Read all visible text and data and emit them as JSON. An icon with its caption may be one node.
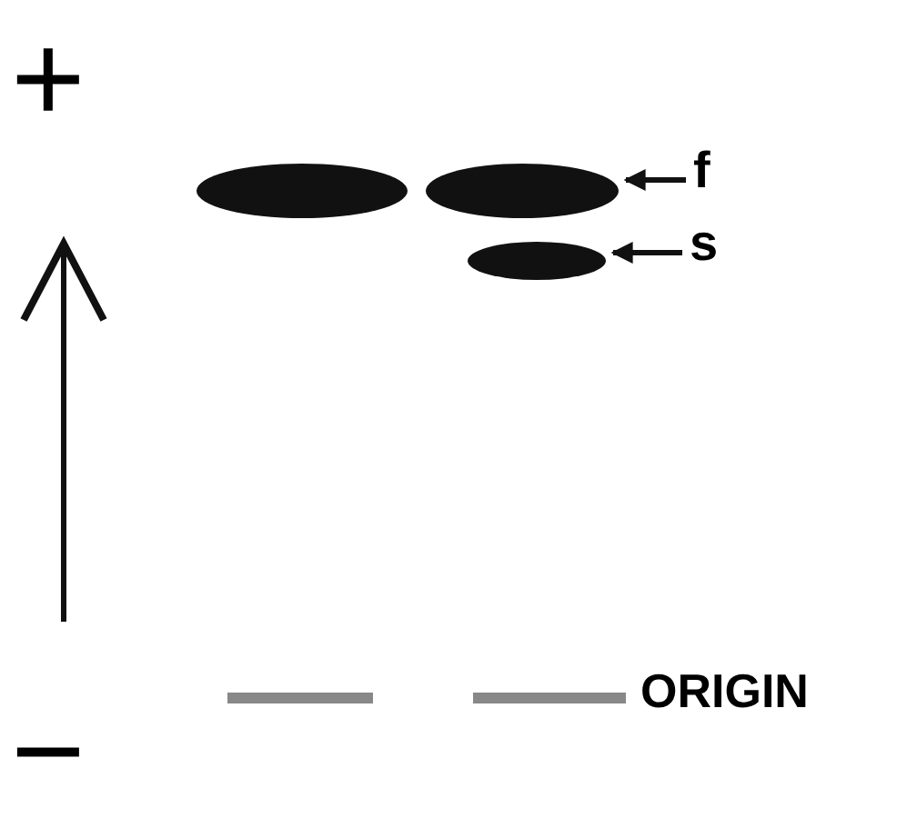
{
  "diagram": {
    "nodes": [
      {
        "text": [],
        "shape": "ellipse"
      },
      {
        "text": [],
        "shape": "ellipse"
      },
      {
        "text": [],
        "shape": "ellipse"
      },
      {
        "text": [
          "f"
        ]
      },
      {
        "text": [
          "s"
        ]
      }
    ],
    "edges": [
      {
        "from": 3,
        "to": 1,
        "arrow": "to"
      },
      {
        "from": 4,
        "to": 2,
        "arrow": "to"
      }
    ],
    "labels": [
      "+",
      "−",
      "ORIGIN"
    ]
  }
}
